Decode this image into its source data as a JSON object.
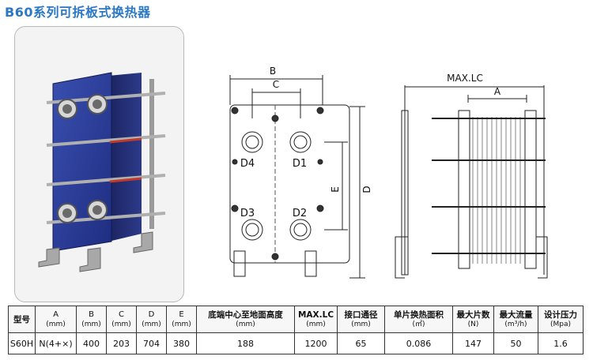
{
  "title": "B60系列可拆板式换热器",
  "drawing_labels": {
    "b": "B",
    "c": "C",
    "e": "E",
    "d": "D",
    "d1": "D1",
    "d2": "D2",
    "d3": "D3",
    "d4": "D4",
    "max_lc": "MAX.LC",
    "a": "A"
  },
  "table": {
    "headers": [
      {
        "main": "型号",
        "unit": ""
      },
      {
        "main": "A",
        "unit": "(mm)"
      },
      {
        "main": "B",
        "unit": "(mm)"
      },
      {
        "main": "C",
        "unit": "(mm)"
      },
      {
        "main": "D",
        "unit": "(mm)"
      },
      {
        "main": "E",
        "unit": "(mm)"
      },
      {
        "main": "底端中心至地面高度",
        "unit": "(mm)"
      },
      {
        "main": "MAX.LC",
        "unit": "(mm)"
      },
      {
        "main": "接口通径",
        "unit": "(mm)"
      },
      {
        "main": "单片换热面积",
        "unit": "(㎡)"
      },
      {
        "main": "最大片数",
        "unit": "(N)"
      },
      {
        "main": "最大流量",
        "unit": "(m³/h)"
      },
      {
        "main": "设计压力",
        "unit": "(Mpa)"
      }
    ],
    "row": [
      "S60H",
      "N(4+×)",
      "400",
      "203",
      "704",
      "380",
      "188",
      "1200",
      "65",
      "0.086",
      "147",
      "50",
      "1.6"
    ]
  }
}
